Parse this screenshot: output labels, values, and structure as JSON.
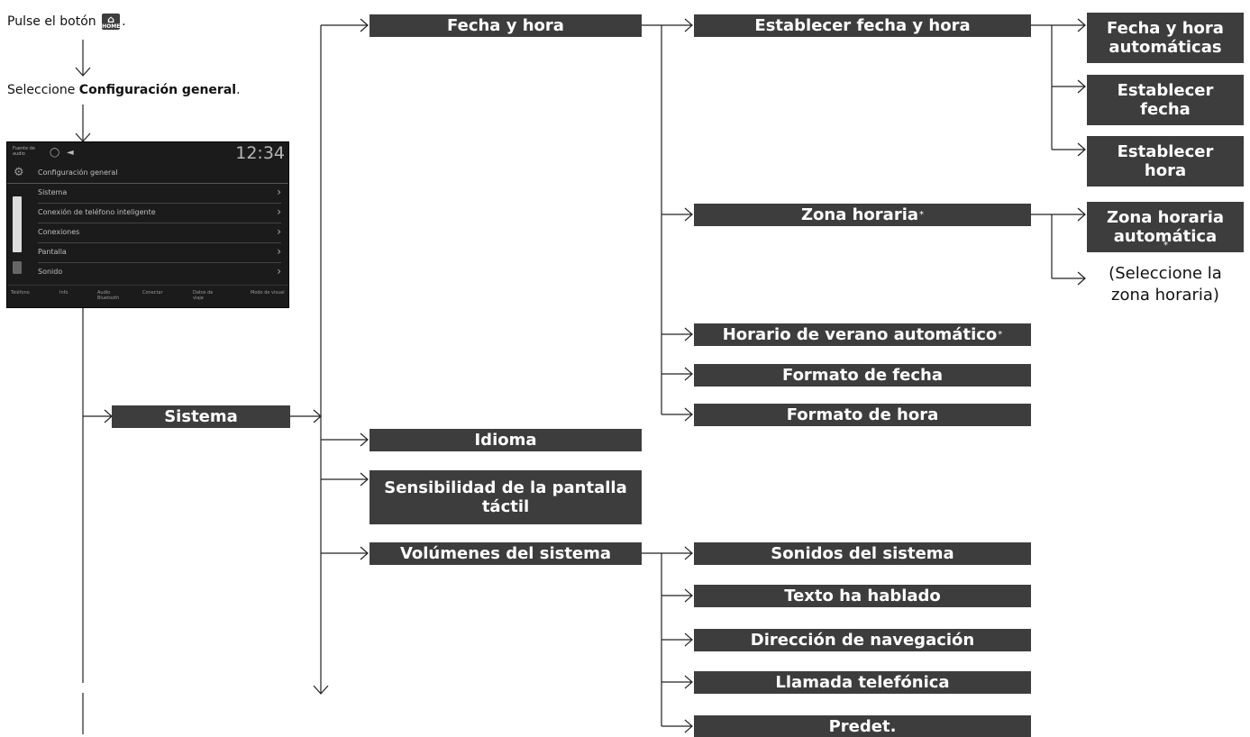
{
  "intro": {
    "step1_prefix": "Pulse el botón",
    "home_label": "HOME",
    "step1_suffix": ".",
    "step2_prefix": "Seleccione ",
    "step2_bold": "Configuración general",
    "step2_suffix": "."
  },
  "screen": {
    "source_label": "Fuente de audio",
    "clock": "12:34",
    "header_title": "Configuración general",
    "rows": [
      "Sistema",
      "Conexión de teléfono inteligente",
      "Conexiones",
      "Pantalla",
      "Sonido"
    ],
    "bottom_items": [
      "Teléfono",
      "Info",
      "Audio Bluetooth",
      "Conectar",
      "Datos de viaje",
      "Modo de visual"
    ]
  },
  "diagram": {
    "sistema": "Sistema",
    "fecha_y_hora": "Fecha y hora",
    "establecer_fecha_y_hora": "Establecer fecha y hora",
    "fecha_hora_auto": [
      "Fecha y hora",
      "automáticas"
    ],
    "establecer_fecha": [
      "Establecer",
      "fecha"
    ],
    "establecer_hora": [
      "Establecer",
      "hora"
    ],
    "zona_horaria": "Zona horaria",
    "zona_horaria_auto": [
      "Zona horaria",
      "automática"
    ],
    "seleccione_zona": [
      "(Seleccione la",
      "zona horaria)"
    ],
    "horario_verano": "Horario de verano automático",
    "formato_fecha": "Formato de fecha",
    "formato_hora": "Formato de hora",
    "idioma": "Idioma",
    "sensibilidad": [
      "Sensibilidad de la pantalla",
      "táctil"
    ],
    "volumenes": "Volúmenes del sistema",
    "sonidos_sistema": "Sonidos del sistema",
    "texto_hablado": "Texto ha hablado",
    "direccion_nav": "Dirección de navegación",
    "llamada": "Llamada telefónica",
    "predet": "Predet.",
    "asterisk": "*"
  }
}
